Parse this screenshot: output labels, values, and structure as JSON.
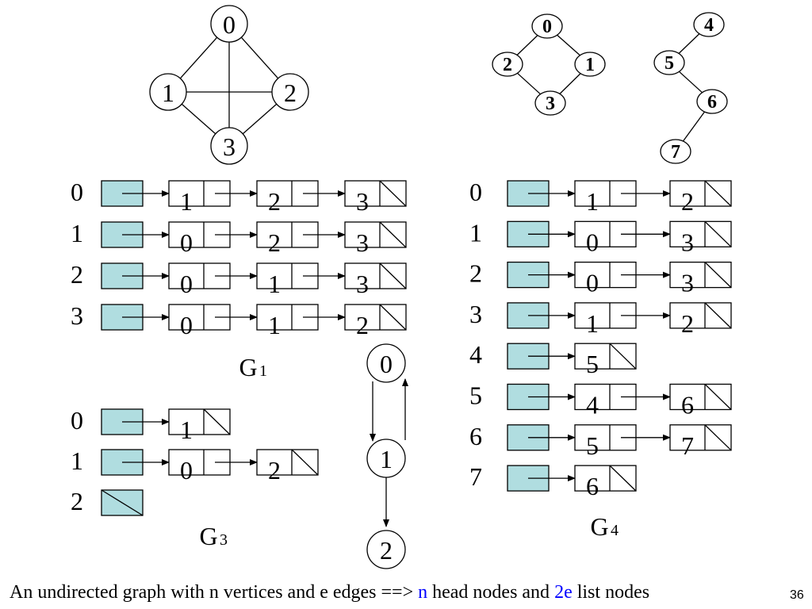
{
  "colors": {
    "head_fill": "#b0dde0",
    "line": "#000000",
    "highlight": "#0000ff"
  },
  "graphs": {
    "g1": {
      "label_main": "G",
      "label_sub": "1",
      "vertices": [
        "0",
        "1",
        "2",
        "3"
      ],
      "edges": [
        [
          "0",
          "1"
        ],
        [
          "0",
          "2"
        ],
        [
          "0",
          "3"
        ],
        [
          "1",
          "2"
        ],
        [
          "1",
          "3"
        ],
        [
          "2",
          "3"
        ]
      ],
      "adjacency": [
        {
          "vertex": "0",
          "list": [
            "1",
            "2",
            "3"
          ]
        },
        {
          "vertex": "1",
          "list": [
            "0",
            "2",
            "3"
          ]
        },
        {
          "vertex": "2",
          "list": [
            "0",
            "1",
            "3"
          ]
        },
        {
          "vertex": "3",
          "list": [
            "0",
            "1",
            "2"
          ]
        }
      ]
    },
    "g3": {
      "label_main": "G",
      "label_sub": "3",
      "vertices": [
        "0",
        "1",
        "2"
      ],
      "edges": [
        [
          "0",
          "1"
        ],
        [
          "1",
          "0"
        ],
        [
          "1",
          "2"
        ]
      ],
      "adjacency": [
        {
          "vertex": "0",
          "list": [
            "1"
          ]
        },
        {
          "vertex": "1",
          "list": [
            "0",
            "2"
          ]
        },
        {
          "vertex": "2",
          "list": []
        }
      ]
    },
    "g4": {
      "label_main": "G",
      "label_sub": "4",
      "vertices": [
        "0",
        "1",
        "2",
        "3",
        "4",
        "5",
        "6",
        "7"
      ],
      "edges": [
        [
          "0",
          "1"
        ],
        [
          "0",
          "2"
        ],
        [
          "1",
          "3"
        ],
        [
          "2",
          "3"
        ],
        [
          "4",
          "5"
        ],
        [
          "5",
          "6"
        ],
        [
          "6",
          "7"
        ]
      ],
      "adjacency": [
        {
          "vertex": "0",
          "list": [
            "1",
            "2"
          ]
        },
        {
          "vertex": "1",
          "list": [
            "0",
            "3"
          ]
        },
        {
          "vertex": "2",
          "list": [
            "0",
            "3"
          ]
        },
        {
          "vertex": "3",
          "list": [
            "1",
            "2"
          ]
        },
        {
          "vertex": "4",
          "list": [
            "5"
          ]
        },
        {
          "vertex": "5",
          "list": [
            "4",
            "6"
          ]
        },
        {
          "vertex": "6",
          "list": [
            "5",
            "7"
          ]
        },
        {
          "vertex": "7",
          "list": [
            "6"
          ]
        }
      ]
    }
  },
  "caption": {
    "part1": "An undirected graph with n vertices and e edges ==> ",
    "n": "n",
    "part2": " head nodes and ",
    "two_e": "2e",
    "part3": " list nodes"
  },
  "page_number": "36"
}
